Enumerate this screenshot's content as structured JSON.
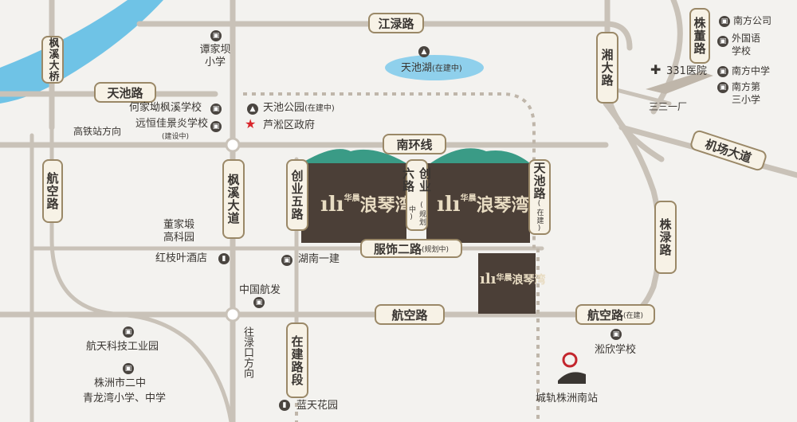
{
  "roads": {
    "jianglu": "江渌路",
    "tianchi": "天池路",
    "fengxi_bridge": "枫溪大桥",
    "hangkong_left": "航空路",
    "fengxi_ave": "枫溪大道",
    "chuangye5": "创业五路",
    "chuangye6": "创业六路",
    "chuangye6_tag": "(规划中)",
    "tianchi_road": "天池路",
    "tianchi_road_tag": "(在建)",
    "nanhuan": "南环线",
    "fushi2": "服饰二路",
    "fushi2_tag": "(规划中)",
    "hangkong_main": "航空路",
    "hangkong_right": "航空路",
    "hangkong_right_tag": "(在建)",
    "zaijian_section": "在建路段",
    "xiangda": "湘大路",
    "zhudong": "株董路",
    "airport_ave": "机场大道",
    "zhulu": "株渌路"
  },
  "pois": {
    "tanjiaba": "谭家坝\n小学",
    "tianchi_lake": "天池湖",
    "tianchi_lake_tag": "(在建中)",
    "hejiaoao": "何家坳枫溪学校",
    "yuanheng": "远恒佳景炎学校",
    "yuanheng_tag": "(建设中)",
    "gaotie": "高铁站方向",
    "tianchi_park": "天池公园",
    "tianchi_park_tag": "(在建中)",
    "gov": "芦淞区政府",
    "dongjiaba": "董家塅\n高科园",
    "hongzhiye": "红枝叶酒店",
    "hunan_yijian": "湖南一建",
    "zhongguo_hangfa": "中国航发",
    "wanglukou": "往渌口方向",
    "hangtian_park": "航天科技工业园",
    "zhuzhou_no2": "株洲市二中",
    "qinglongwan": "青龙湾小学、中学",
    "lantian": "蓝天花园",
    "songxin": "淞欣学校",
    "metro": "城轨株洲南站",
    "hospital": "331医院",
    "factory": "三三一厂",
    "nanfang_co": "南方公司",
    "waiguoyu": "外国语\n学校",
    "nanfang_mid": "南方中学",
    "nanfang_3": "南方第\n三小学"
  },
  "project": {
    "brand_top": "华晨",
    "brand_name": "浪琴湾",
    "mark": "ılı"
  },
  "colors": {
    "block": "#4b3f37",
    "road": "#c9c2b8",
    "pill_border": "#9a8867",
    "river": "#6fc3e6",
    "lake": "#8fd0ec",
    "gov_star": "#d9262b",
    "metro_ring": "#c3262d"
  }
}
